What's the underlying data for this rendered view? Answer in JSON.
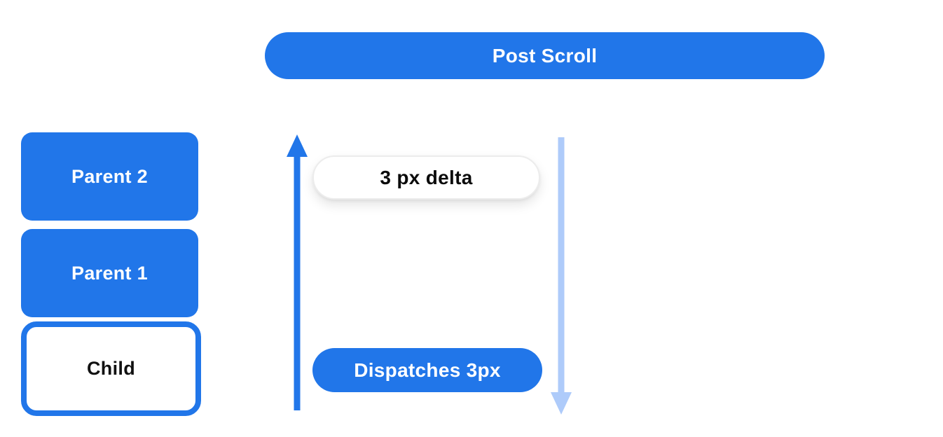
{
  "diagram": {
    "banner": {
      "label": "Post Scroll"
    },
    "stack": [
      {
        "label": "Parent 2",
        "variant": "filled"
      },
      {
        "label": "Parent 1",
        "variant": "filled"
      },
      {
        "label": "Child",
        "variant": "outlined"
      }
    ],
    "flow": {
      "delta_label": "3 px delta",
      "dispatch_label": "Dispatches 3px"
    },
    "icons": {
      "up_arrow": "arrow-up-icon",
      "down_arrow": "arrow-down-icon"
    },
    "colors": {
      "primary_blue": "#2176e9",
      "light_blue": "#aecbfa",
      "white": "#ffffff",
      "text_dark": "#111111",
      "pill_border": "#ececec"
    }
  }
}
